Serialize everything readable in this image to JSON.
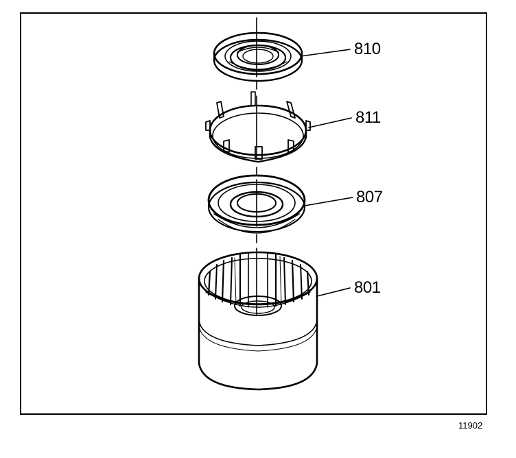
{
  "callouts": {
    "part_810": "810",
    "part_811": "811",
    "part_807": "807",
    "part_801": "801"
  },
  "figure_number": "11902"
}
